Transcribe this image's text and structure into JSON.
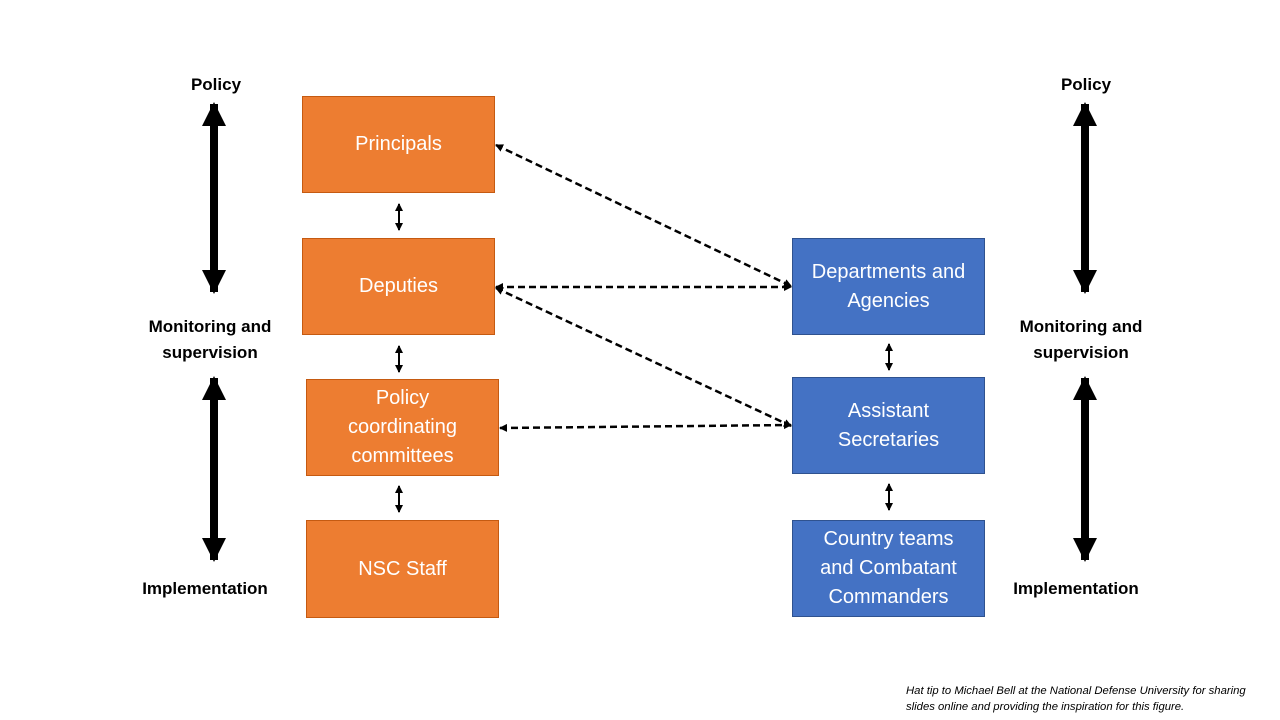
{
  "left_axis": {
    "top_label": "Policy",
    "middle_label": "Monitoring  and\nsupervision",
    "bottom_label": "Implementation"
  },
  "right_axis": {
    "top_label": "Policy",
    "middle_label": "Monitoring  and\nsupervision",
    "bottom_label": "Implementation"
  },
  "nsc_column": {
    "color": "#ED7D31",
    "boxes": [
      "Principals",
      "Deputies",
      "Policy\ncoordinating\ncommittees",
      "NSC Staff"
    ]
  },
  "agency_column": {
    "color": "#4472C4",
    "boxes": [
      "Departments and\nAgencies",
      "Assistant\nSecretaries",
      "Country teams\nand Combatant\nCommanders"
    ]
  },
  "connections": [
    {
      "from": "Principals",
      "to": "Departments and Agencies",
      "style": "dashed"
    },
    {
      "from": "Deputies",
      "to": "Departments and Agencies",
      "style": "dashed"
    },
    {
      "from": "Deputies",
      "to": "Assistant Secretaries",
      "style": "dashed"
    },
    {
      "from": "Policy coordinating committees",
      "to": "Assistant Secretaries",
      "style": "dashed"
    }
  ],
  "footnote": "Hat tip to Michael Bell at the National Defense University for sharing\nslides online and providing the inspiration for this figure."
}
